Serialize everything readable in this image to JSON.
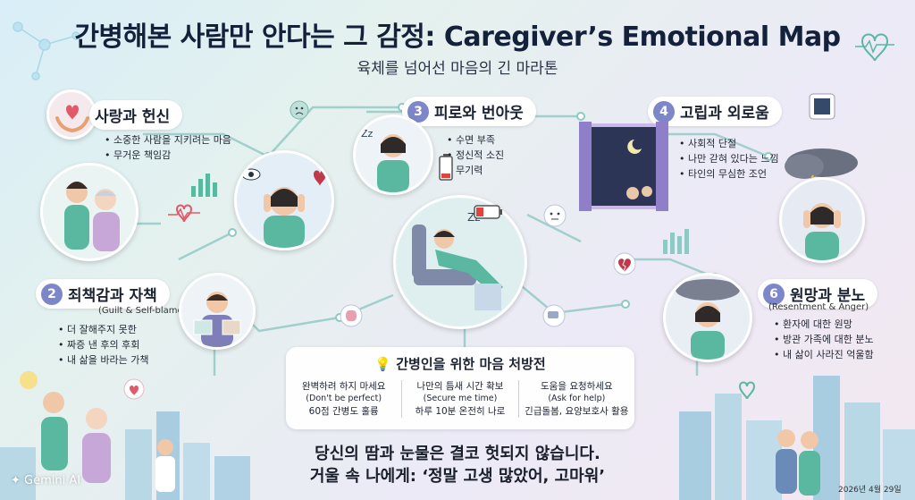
{
  "title": "간병해본 사람만 안다는 그 감정: Caregiver’s Emotional Map",
  "subtitle": "육체를 넘어선 마음의 긴 마라톤",
  "sections": [
    {
      "num": "",
      "title": "사랑과 헌신",
      "subtitle_en": "",
      "items": [
        "소중한 사람을 지키려는 마음",
        "무거운 책임감"
      ],
      "icon": "hands-heart-icon"
    },
    {
      "num": "2",
      "title": "죄책감과 자책",
      "subtitle_en": "(Guilt & Self-blame)",
      "items": [
        "더 잘해주지 못한",
        "짜증 낸 후의 후회",
        "내 삶을 바라는 가책"
      ]
    },
    {
      "num": "3",
      "title": "피로와 번아웃",
      "subtitle_en": "",
      "items": [
        "수면 부족",
        "정신적 소진",
        "무기력"
      ]
    },
    {
      "num": "4",
      "title": "고립과 외로움",
      "subtitle_en": "",
      "items": [
        "사회적 단절",
        "나만 갇혀 있다는 느낌",
        "타인의 무심한 조언"
      ]
    },
    {
      "num": "6",
      "title": "원망과 분노",
      "subtitle_en": "(Resentment & Anger)",
      "items": [
        "환자에 대한 원망",
        "방관 가족에 대한 분노",
        "내 삶이 사라진 억울함"
      ]
    }
  ],
  "prescription": {
    "title": "간병인을 위한 마음 처방전",
    "icon": "lightbulb-icon",
    "tips": [
      {
        "ko": "완벽하려 하지 마세요",
        "en": "(Don't be perfect)",
        "detail": "60점 간병도 훌륭"
      },
      {
        "ko": "나만의 틈새 시간 확보",
        "en": "(Secure me time)",
        "detail": "하루 10분 온전히 나로"
      },
      {
        "ko": "도움을 요청하세요",
        "en": "(Ask for help)",
        "detail": "긴급돌봄, 요양보호사 활용"
      }
    ]
  },
  "footer": {
    "line1": "당신의 땀과 눈물은 결코 헛되지 않습니다.",
    "line2": "거울 속 나에게: ‘정말 고생 많았어, 고마워’"
  },
  "brand": "Gemini AI",
  "date": "2026년 4월 29일",
  "colors": {
    "accent": "#7d86c9",
    "nurse": "#5bb8a0",
    "heart": "#e05a6a",
    "title": "#14213a"
  }
}
